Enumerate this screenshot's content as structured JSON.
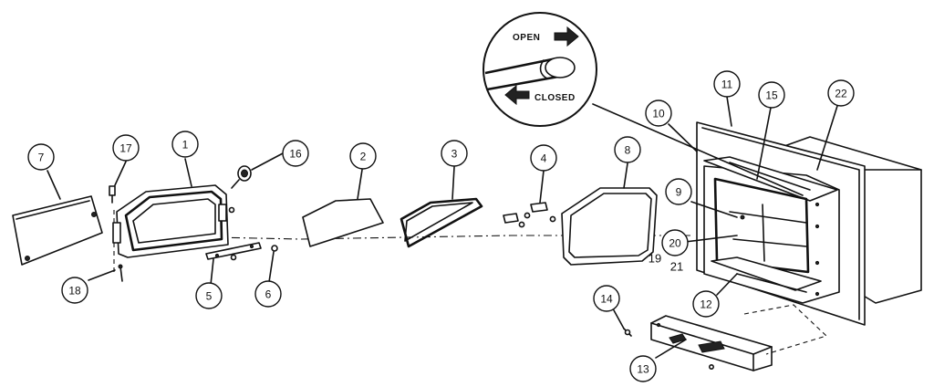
{
  "inset": {
    "open_label": "OPEN",
    "closed_label": "CLOSED"
  },
  "callouts": [
    {
      "id": "c7",
      "text": "7"
    },
    {
      "id": "c17",
      "text": "17"
    },
    {
      "id": "c1",
      "text": "1"
    },
    {
      "id": "c16",
      "text": "16"
    },
    {
      "id": "c2",
      "text": "2"
    },
    {
      "id": "c3",
      "text": "3"
    },
    {
      "id": "c4",
      "text": "4"
    },
    {
      "id": "c8",
      "text": "8"
    },
    {
      "id": "c10",
      "text": "10"
    },
    {
      "id": "c11",
      "text": "11"
    },
    {
      "id": "c15",
      "text": "15"
    },
    {
      "id": "c22",
      "text": "22"
    },
    {
      "id": "c9",
      "text": "9"
    },
    {
      "id": "c20",
      "text": "20"
    },
    {
      "id": "c18",
      "text": "18"
    },
    {
      "id": "c5",
      "text": "5"
    },
    {
      "id": "c6",
      "text": "6"
    },
    {
      "id": "c12",
      "text": "12"
    },
    {
      "id": "c14",
      "text": "14"
    },
    {
      "id": "c13",
      "text": "13"
    }
  ],
  "free_labels": [
    {
      "id": "f19",
      "text": "19"
    },
    {
      "id": "f21",
      "text": "21"
    }
  ],
  "colors": {
    "ink": "#111111",
    "paper": "#ffffff"
  }
}
